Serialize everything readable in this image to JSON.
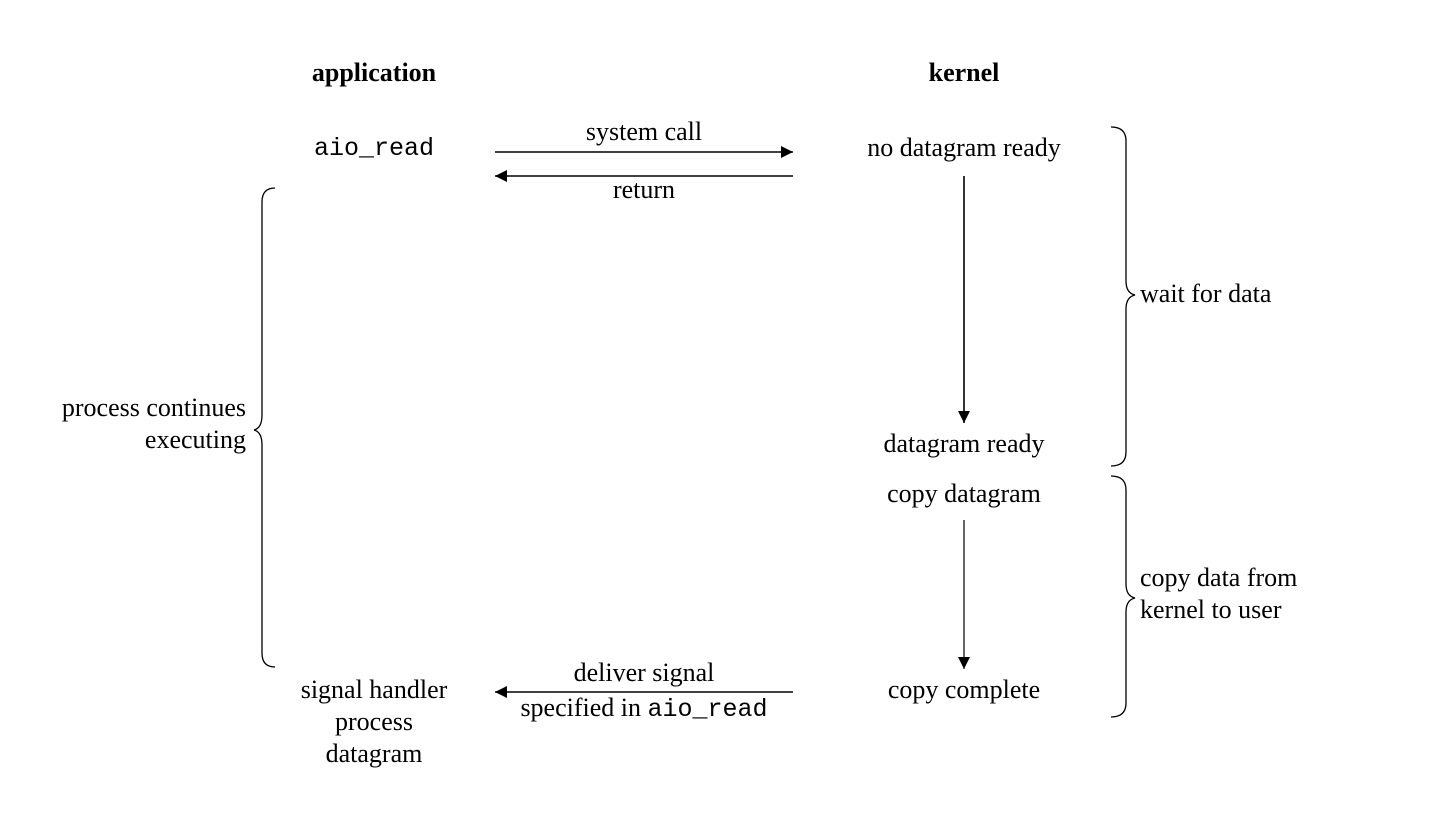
{
  "headers": {
    "application": "application",
    "kernel": "kernel"
  },
  "app": {
    "call": "aio_read",
    "continues_line1": "process continues",
    "continues_line2": "executing",
    "handler_line1": "signal handler",
    "handler_line2": "process",
    "handler_line3": "datagram"
  },
  "arrows": {
    "system_call": "system call",
    "return": "return",
    "deliver_signal": "deliver signal",
    "specified_in": "specified in ",
    "specified_code": "aio_read"
  },
  "kernel": {
    "no_datagram_ready": "no datagram ready",
    "datagram_ready": "datagram ready",
    "copy_datagram": "copy datagram",
    "copy_complete": "copy complete"
  },
  "phases": {
    "wait": "wait for data",
    "copy_line1": "copy data from",
    "copy_line2": "kernel to user"
  }
}
